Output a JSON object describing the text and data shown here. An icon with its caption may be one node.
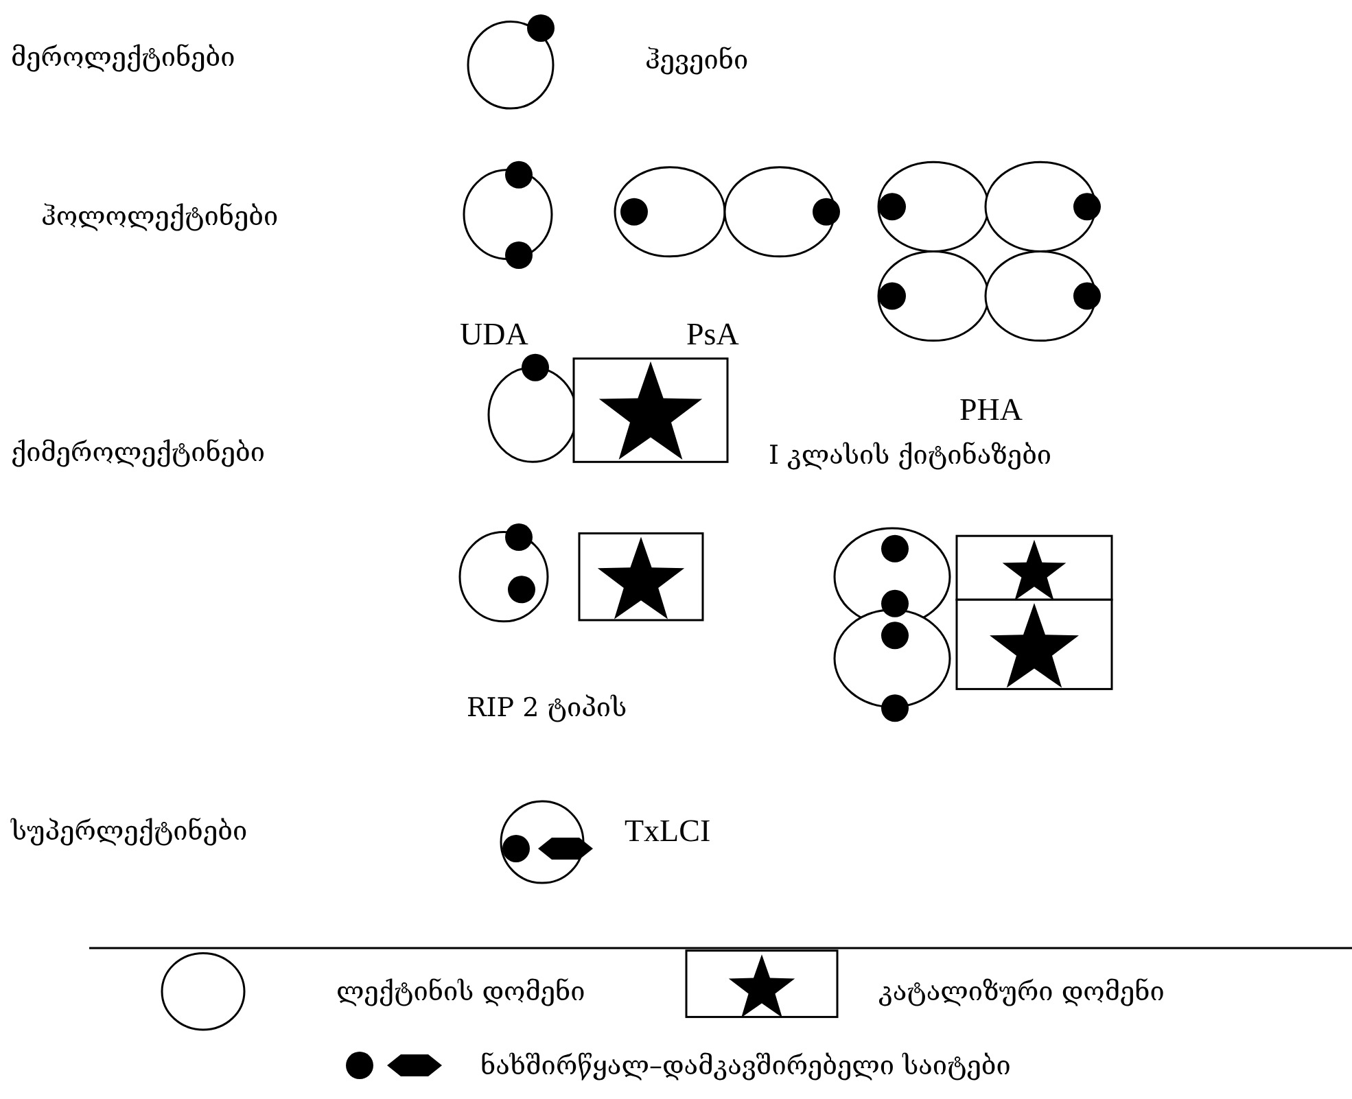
{
  "diagram": {
    "labels": [
      "მეროლექტინები",
      "ჰევეინი",
      "ჰოლოლექტინები",
      "UDA",
      "PsA",
      "PHA",
      "ქიმეროლექტინები",
      "I კლასის ქიტინაზები",
      "RIP 2 ტიპის",
      "სუპერლექტინები",
      "TxLCI"
    ],
    "legend": [
      {
        "text": "ლექტინის დომენი"
      },
      {
        "text": "კატალიზური დომენი"
      },
      {
        "text": "ნახშირწყალ–დამკავშირებელი საიტები"
      }
    ]
  }
}
